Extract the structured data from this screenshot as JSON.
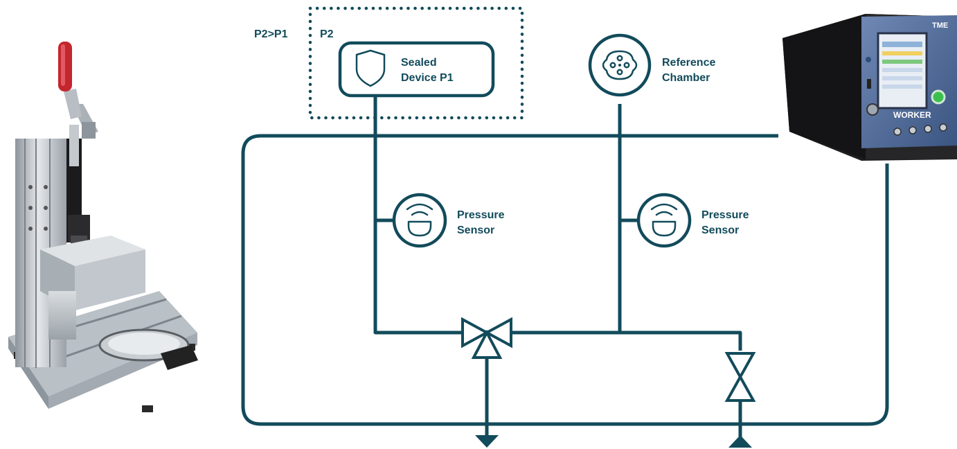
{
  "labels": {
    "p2_gt_p1": "P2>P1",
    "p2": "P2",
    "sealed_device_line1": "Sealed",
    "sealed_device_line2": "Device P1",
    "reference_line1": "Reference",
    "reference_line2": "Chamber",
    "sensor_left_line1": "Pressure",
    "sensor_left_line2": "Sensor",
    "sensor_right_line1": "Pressure",
    "sensor_right_line2": "Sensor"
  },
  "instrument": {
    "brand": "TME",
    "model": "WORKER"
  },
  "icons": {
    "sealed_device": "shield-icon",
    "reference_chamber": "chamber-icon",
    "pressure_sensor": "pressure-sensor-icon",
    "valve_three_way": "three-way-valve-icon",
    "valve_two_way": "two-way-valve-icon",
    "vent": "vent-arrow-icon",
    "supply": "supply-arrow-icon"
  },
  "colors": {
    "line": "#124b5b",
    "handle": "#c4262e",
    "instrument_body": "#1e1e20",
    "instrument_panel": "#4e6c98"
  }
}
